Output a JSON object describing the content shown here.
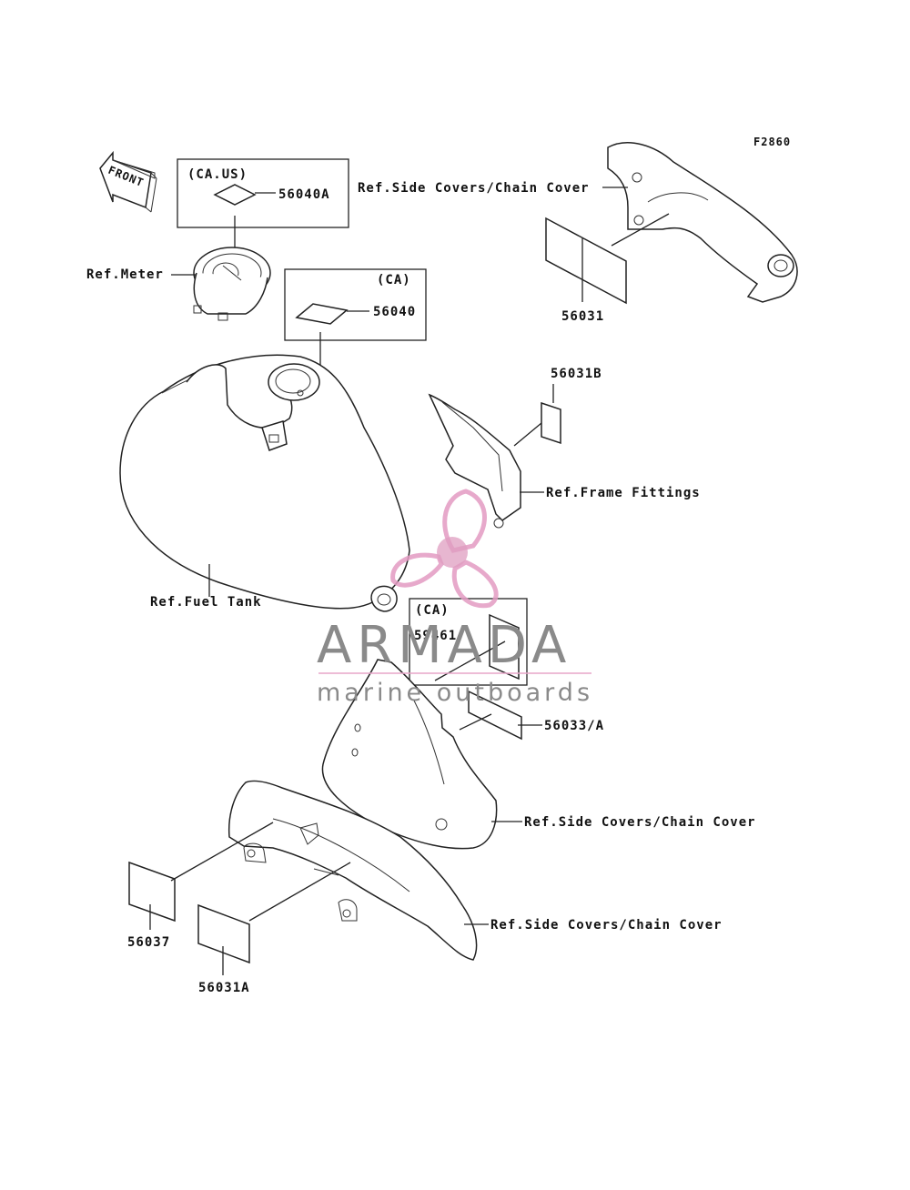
{
  "figure_code": "F2860",
  "front_label": "FRONT",
  "labels": {
    "p56040A": "56040A",
    "ca_us": "(CA.US)",
    "p56040": "56040",
    "ca_1": "(CA)",
    "p56031": "56031",
    "p56031B": "56031B",
    "p59461": "59461",
    "ca_2": "(CA)",
    "p56033A": "56033/A",
    "p56037": "56037",
    "p56031A": "56031A",
    "ref_meter": "Ref.Meter",
    "ref_fuel_tank": "Ref.Fuel Tank",
    "ref_frame_fittings": "Ref.Frame Fittings",
    "ref_side_covers_1": "Ref.Side Covers/Chain Cover",
    "ref_side_covers_2": "Ref.Side Covers/Chain Cover",
    "ref_side_covers_3": "Ref.Side Covers/Chain Cover"
  },
  "watermark": {
    "brand": "ARMADA",
    "tagline": "marine outboards",
    "colors": {
      "logo": "#e39bc2",
      "logo_center": "#d98cb6",
      "text": "#8a8a8a",
      "rule": "#e7a6c9"
    }
  }
}
